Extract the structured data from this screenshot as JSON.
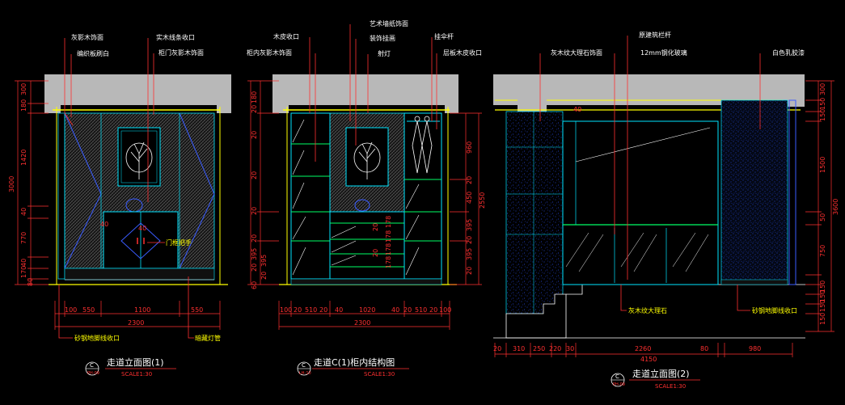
{
  "drawing1": {
    "labels": {
      "l1": "灰影木饰面",
      "l2": "编织板刷白",
      "l3": "实木线条收口",
      "l4": "柜门灰影木饰面",
      "l5": "门框把手",
      "b1": "砂钢地脚线收口",
      "b2": "暗藏灯管"
    },
    "dims_h": [
      "100",
      "550",
      "1100",
      "550"
    ],
    "total_width": "2300",
    "dims_v": [
      "300",
      "180",
      "1420",
      "40",
      "770",
      "40",
      "170",
      "80"
    ],
    "total_height": "3000",
    "inner_dims": [
      "40",
      "40"
    ],
    "title": "走道立面图(1)",
    "circle_letter": "C",
    "circle_ref": "PH-09",
    "scale": "SCALE1:30"
  },
  "drawing2": {
    "labels": {
      "t1": "艺术墙纸饰面",
      "t2": "装饰挂画",
      "t3": "射灯",
      "t4": "挂伞杆",
      "t5": "层板木皮收口",
      "t6": "木皮收口",
      "t7": "柜内灰影木饰面"
    },
    "dims_h": [
      "100",
      "20",
      "510",
      "20",
      "40",
      "1020",
      "40",
      "20",
      "510",
      "20",
      "100"
    ],
    "total_width": "2300",
    "dims_v": [
      "20",
      "180",
      "20",
      "20",
      "20",
      "20",
      "395",
      "20",
      "395",
      "20",
      "60"
    ],
    "dims_v_right": [
      "960",
      "20",
      "450",
      "395",
      "20",
      "395",
      "20"
    ],
    "total_height_right": "2550",
    "inner_dims": [
      "20",
      "20",
      "178",
      "178",
      "178",
      "178"
    ],
    "title": "走道C(1)柜内结构图",
    "circle_letter": "C",
    "circle_ref": "LH-10",
    "scale": "SCALE1:30"
  },
  "drawing3": {
    "labels": {
      "t1": "灰木纹大理石饰面",
      "t2": "原建筑栏杆",
      "t3": "12mm钢化玻璃",
      "t4": "白色乳胶漆",
      "b1": "灰木纹大理石",
      "b2": "砂钢地脚线收口"
    },
    "dims_h": [
      "20",
      "310",
      "250",
      "220",
      "30",
      "2260",
      "80",
      "980"
    ],
    "total_width": "4150",
    "dims_v": [
      "300",
      "150",
      "150",
      "1500",
      "50",
      "750",
      "150",
      "150",
      "150",
      "150"
    ],
    "total_height": "3600",
    "inner_dims": [
      "40"
    ],
    "title": "走道立面图(2)",
    "circle_letter": "C",
    "circle_ref": "PH-09",
    "scale": "SCALE1:30"
  },
  "colors": {
    "background": "#000000",
    "wall": "#b8b8b8",
    "leader": "#ff3030",
    "dim": "#ff3030",
    "cyan": "#00e5ff",
    "blue": "#3a5cff",
    "green": "#00ff66",
    "yellow": "#ffff00"
  }
}
